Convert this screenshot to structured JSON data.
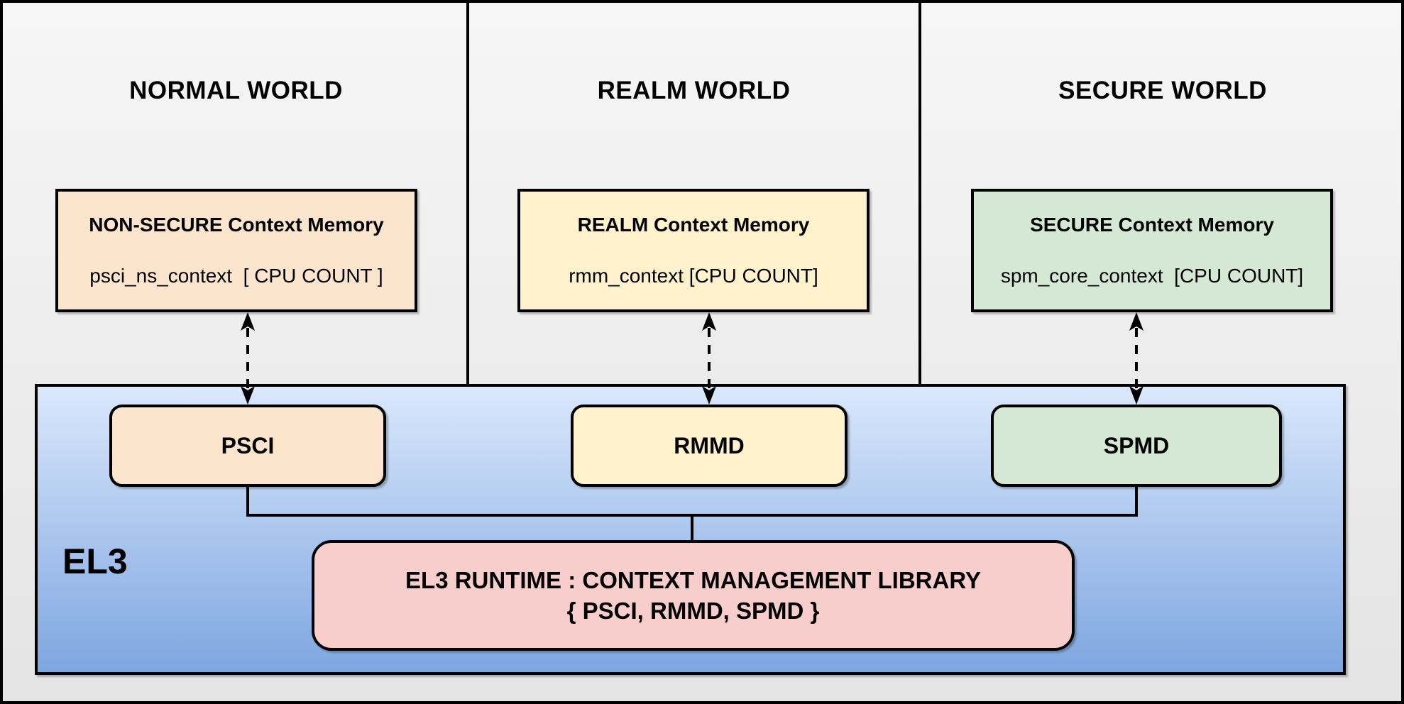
{
  "diagram": {
    "worlds": [
      {
        "title": "NORMAL WORLD",
        "context_box": {
          "title": "NON-SECURE Context Memory",
          "subtitle": "psci_ns_context  [ CPU COUNT ]",
          "fill": "#FCE5CD"
        }
      },
      {
        "title": "REALM WORLD",
        "context_box": {
          "title": "REALM Context Memory",
          "subtitle": "rmm_context [CPU COUNT]",
          "fill": "#FFF2CC"
        }
      },
      {
        "title": "SECURE WORLD",
        "context_box": {
          "title": "SECURE Context Memory",
          "subtitle": "spm_core_context  [CPU COUNT]",
          "fill": "#D5E8D4"
        }
      }
    ],
    "el3": {
      "label": "EL3",
      "band_gradient_top": "#DAE8FC",
      "band_gradient_bottom": "#7EA6E0",
      "services": [
        {
          "label": "PSCI",
          "fill": "#FCE5CD"
        },
        {
          "label": "RMMD",
          "fill": "#FFF2CC"
        },
        {
          "label": "SPMD",
          "fill": "#D5E8D4"
        }
      ],
      "library": {
        "line1": "EL3 RUNTIME : CONTEXT MANAGEMENT LIBRARY",
        "line2": "{ PSCI, RMMD, SPMD }",
        "fill": "#F8CECC"
      }
    },
    "colors": {
      "background": "#EFEFEF",
      "line": "#000000"
    }
  }
}
